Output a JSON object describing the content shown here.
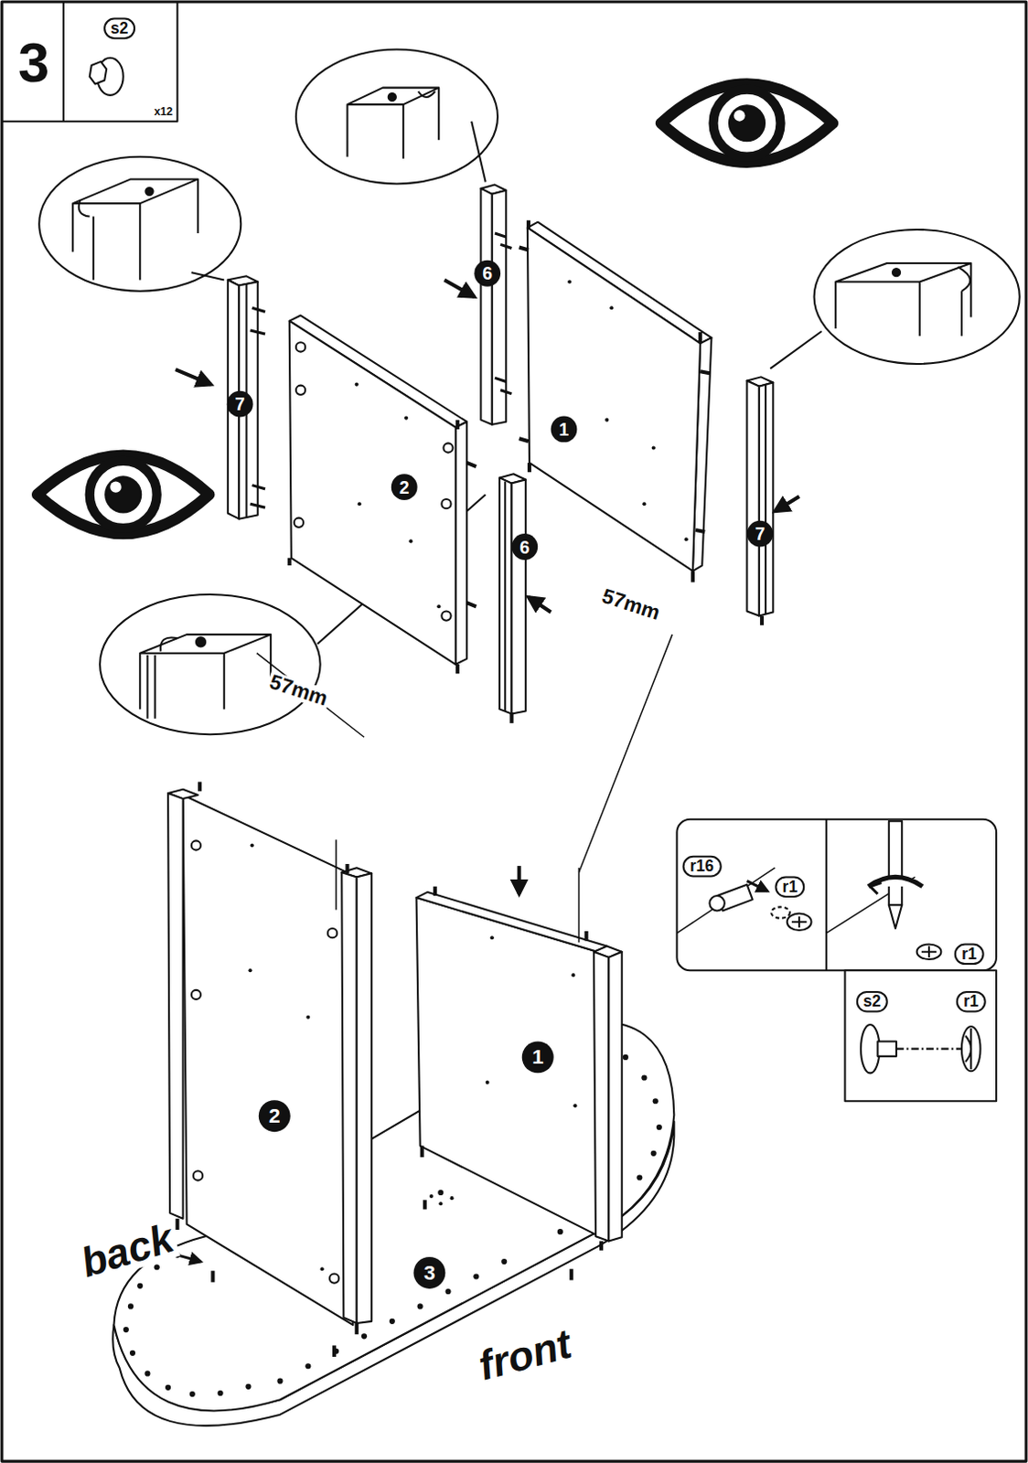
{
  "diagram": {
    "labels": [
      "3",
      "s2",
      "x12",
      "6",
      "7",
      "1",
      "7",
      "2",
      "6",
      "57mm",
      "57mm",
      "r16",
      "r1",
      "r1",
      "s2",
      "r1",
      "1",
      "2",
      "3",
      "back",
      "front"
    ]
  }
}
